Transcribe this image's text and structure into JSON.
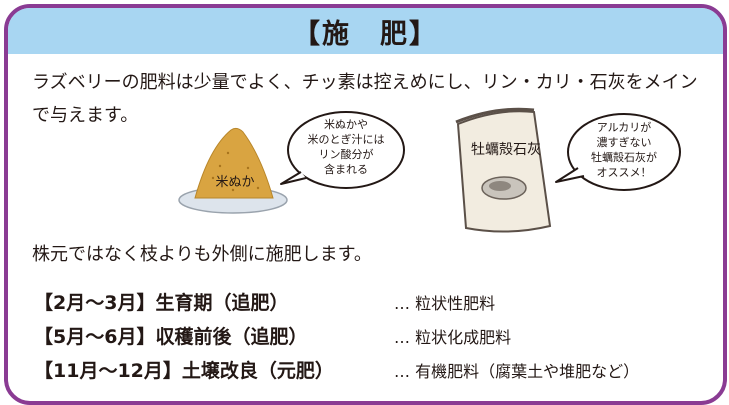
{
  "title": "【施　肥】",
  "intro": "ラズベリーの肥料は少量でよく、チッ素は控えめにし、リン・カリ・石灰をメインで与えます。",
  "rice_bran": {
    "label": "米ぬか",
    "bubble_lines": [
      "米ぬかや",
      "米のとぎ汁には",
      "リン酸分が",
      "含まれる"
    ]
  },
  "oyster_lime": {
    "label": "牡蠣殻石灰",
    "bubble_lines": [
      "アルカリが",
      "濃すぎない",
      "牡蠣殻石灰が",
      "オススメ！"
    ]
  },
  "instruction": "株元ではなく枝よりも外側に施肥します。",
  "schedule": [
    {
      "period": "【2月～3月】生育期（追肥）",
      "product": "… 粒状性肥料"
    },
    {
      "period": "【5月～6月】収穫前後（追肥）",
      "product": "… 粒状化成肥料"
    },
    {
      "period": "【11月～12月】土壌改良（元肥）",
      "product": "… 有機肥料（腐葉土や堆肥など）"
    }
  ],
  "colors": {
    "border": "#8a3b93",
    "title_band": "#a8d6f2",
    "rice_bran": "#d9a441",
    "bag": "#f2ece0"
  }
}
